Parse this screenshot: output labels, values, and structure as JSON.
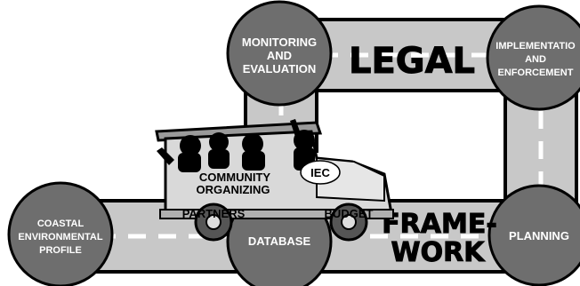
{
  "diagram": {
    "nodes": {
      "monitoring_line1": "MONITORING",
      "monitoring_line2": "AND",
      "monitoring_line3": "EVALUATION",
      "implementation_line1": "IMPLEMENTATIO",
      "implementation_line2": "AND",
      "implementation_line3": "ENFORCEMENT",
      "coastal_line1": "COASTAL",
      "coastal_line2": "ENVIRONMENTAL",
      "coastal_line3": "PROFILE",
      "database": "DATABASE",
      "planning": "PLANNING"
    },
    "road_labels": {
      "legal": "LEGAL",
      "framework_line1": "FRAME-",
      "framework_line2": "WORK"
    },
    "vehicle_labels": {
      "community_line1": "COMMUNITY",
      "community_line2": "ORGANIZING",
      "iec": "IEC",
      "partners": "PARTNERS",
      "budget": "BUDGET"
    },
    "colors": {
      "road": "#c8c8c8",
      "node": "#6e6e6e",
      "vehicle": "#d9d9d9",
      "outline": "#000000"
    }
  }
}
